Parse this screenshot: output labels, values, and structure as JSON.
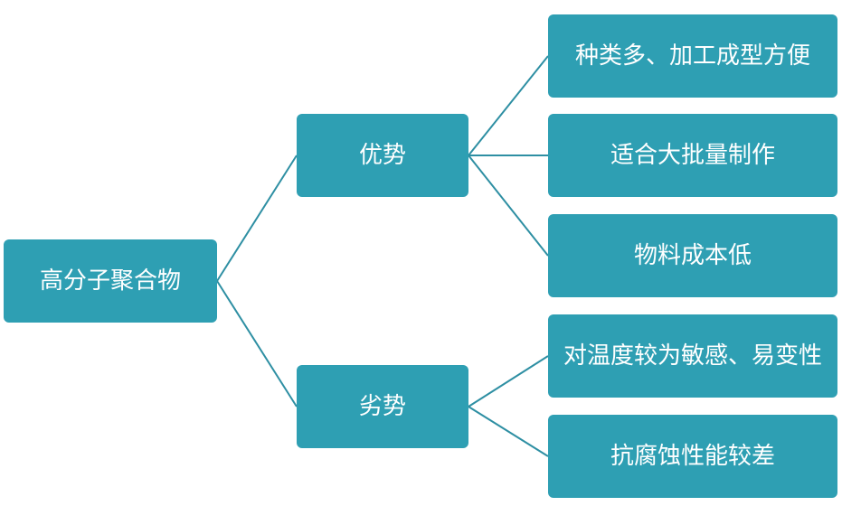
{
  "root": {
    "label": "高分子聚合物"
  },
  "branches": [
    {
      "label": "优势",
      "items": [
        "种类多、加工成型方便",
        "适合大批量制作",
        "物料成本低"
      ]
    },
    {
      "label": "劣势",
      "items": [
        "对温度较为敏感、易变性",
        "抗腐蚀性能较差"
      ]
    }
  ],
  "colors": {
    "node_fill": "#2e9fb3",
    "connector": "#2e8fa3",
    "text": "#ffffff"
  }
}
